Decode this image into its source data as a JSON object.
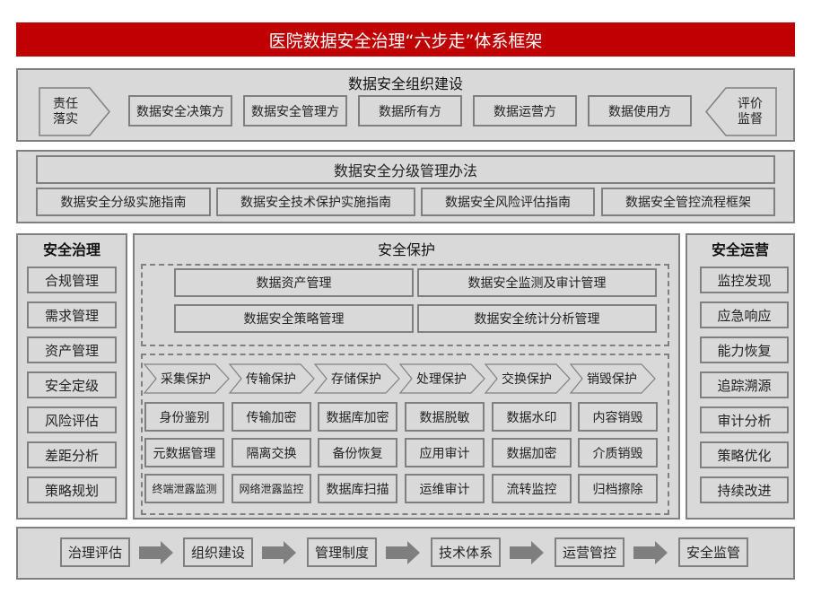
{
  "title": "医院数据安全治理“六步走”体系框架",
  "org": {
    "heading": "数据安全组织建设",
    "left_tag": [
      "责任",
      "落实"
    ],
    "right_tag": [
      "评价",
      "监督"
    ],
    "roles": [
      "数据安全决策方",
      "数据安全管理方",
      "数据所有方",
      "数据运营方",
      "数据使用方"
    ]
  },
  "policy": {
    "heading": "数据安全分级管理办法",
    "guides": [
      "数据安全分级实施指南",
      "数据安全技术保护实施指南",
      "数据安全风险评估指南",
      "数据安全管控流程框架"
    ]
  },
  "governance": {
    "heading": "安全治理",
    "items": [
      "合规管理",
      "需求管理",
      "资产管理",
      "安全定级",
      "风险评估",
      "差距分析",
      "策略规划"
    ]
  },
  "protection": {
    "heading": "安全保护",
    "management": [
      "数据资产管理",
      "数据安全监测及审计管理",
      "数据安全策略管理",
      "数据安全统计分析管理"
    ],
    "stages": [
      "采集保护",
      "传输保护",
      "存储保护",
      "处理保护",
      "交换保护",
      "销毁保护"
    ],
    "grid": [
      [
        "身份鉴别",
        "传输加密",
        "数据库加密",
        "数据脱敏",
        "数据水印",
        "内容销毁"
      ],
      [
        "元数据管理",
        "隔离交换",
        "备份恢复",
        "应用审计",
        "数据加密",
        "介质销毁"
      ],
      [
        "终端泄露监测",
        "网络泄露监控",
        "数据库扫描",
        "运维审计",
        "流转监控",
        "归档擦除"
      ]
    ]
  },
  "operations": {
    "heading": "安全运营",
    "items": [
      "监控发现",
      "应急响应",
      "能力恢复",
      "追踪溯源",
      "审计分析",
      "策略优化",
      "持续改进"
    ]
  },
  "steps": [
    "治理评估",
    "组织建设",
    "管理制度",
    "技术体系",
    "运营管控",
    "安全监管"
  ],
  "colors": {
    "title_bg": "#c00000",
    "panel_bg": "#d9d9d9",
    "border": "#808080"
  }
}
